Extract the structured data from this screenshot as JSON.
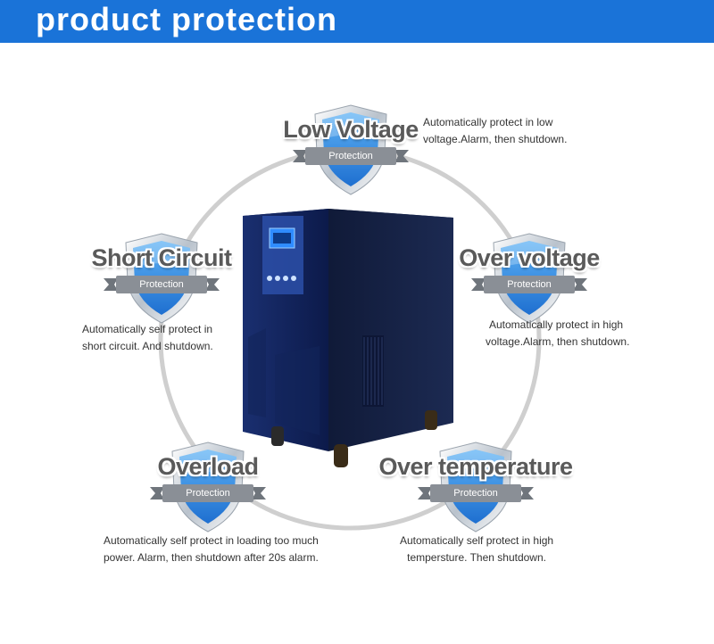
{
  "header": {
    "title": "product protection"
  },
  "colors": {
    "header_bg": "#1a73d8",
    "shield_blue": "#1e6fd0",
    "shield_light": "#5fb3f5",
    "ribbon": "#8a8f96"
  },
  "badges": [
    {
      "title": "Low Voltage",
      "ribbon": "Protection",
      "desc": [
        "Automatically protect in low",
        "voltage.Alarm, then shutdown."
      ]
    },
    {
      "title": "Short Circuit",
      "ribbon": "Protection",
      "desc": [
        "Automatically self protect in",
        "short circuit. And shutdown."
      ]
    },
    {
      "title": "Over voltage",
      "ribbon": "Protection",
      "desc": [
        "Automatically protect in high",
        "voltage.Alarm, then shutdown."
      ]
    },
    {
      "title": "Overload",
      "ribbon": "Protection",
      "desc": [
        "Automatically self protect in loading too much",
        "power. Alarm, then shutdown after 20s alarm."
      ]
    },
    {
      "title": "Over temperature",
      "ribbon": "Protection",
      "desc": [
        "Automatically self protect in high",
        "tempersture. Then shutdown."
      ]
    }
  ]
}
